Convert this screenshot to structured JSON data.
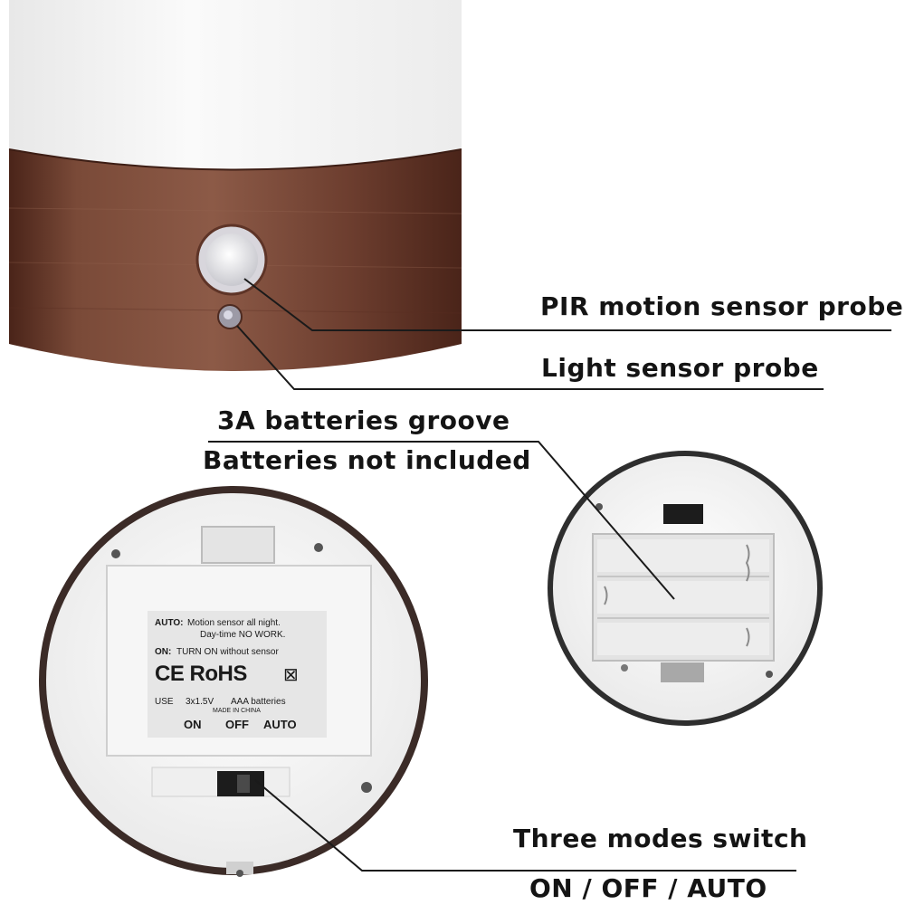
{
  "callouts": {
    "pir": "PIR motion sensor probe",
    "light": "Light sensor probe",
    "battery_groove": "3A batteries groove",
    "batteries_note": "Batteries not included",
    "switch": "Three modes switch",
    "modes": "ON / OFF / AUTO"
  },
  "product_label": {
    "auto_key": "AUTO:",
    "auto_line1": "Motion sensor all night.",
    "auto_line2": "Day-time NO WORK.",
    "on_key": "ON:",
    "on_text": "TURN ON without sensor",
    "marks": "CE RoHS",
    "use_key": "USE",
    "use_text": "3x1.5V",
    "use_type": "AAA batteries",
    "origin": "MADE IN CHINA",
    "switch_on": "ON",
    "switch_off": "OFF",
    "switch_auto": "AUTO"
  },
  "colors": {
    "bronze": "#6e3f2f",
    "shade": "#f4f4f4",
    "line": "#1a1a1a"
  }
}
